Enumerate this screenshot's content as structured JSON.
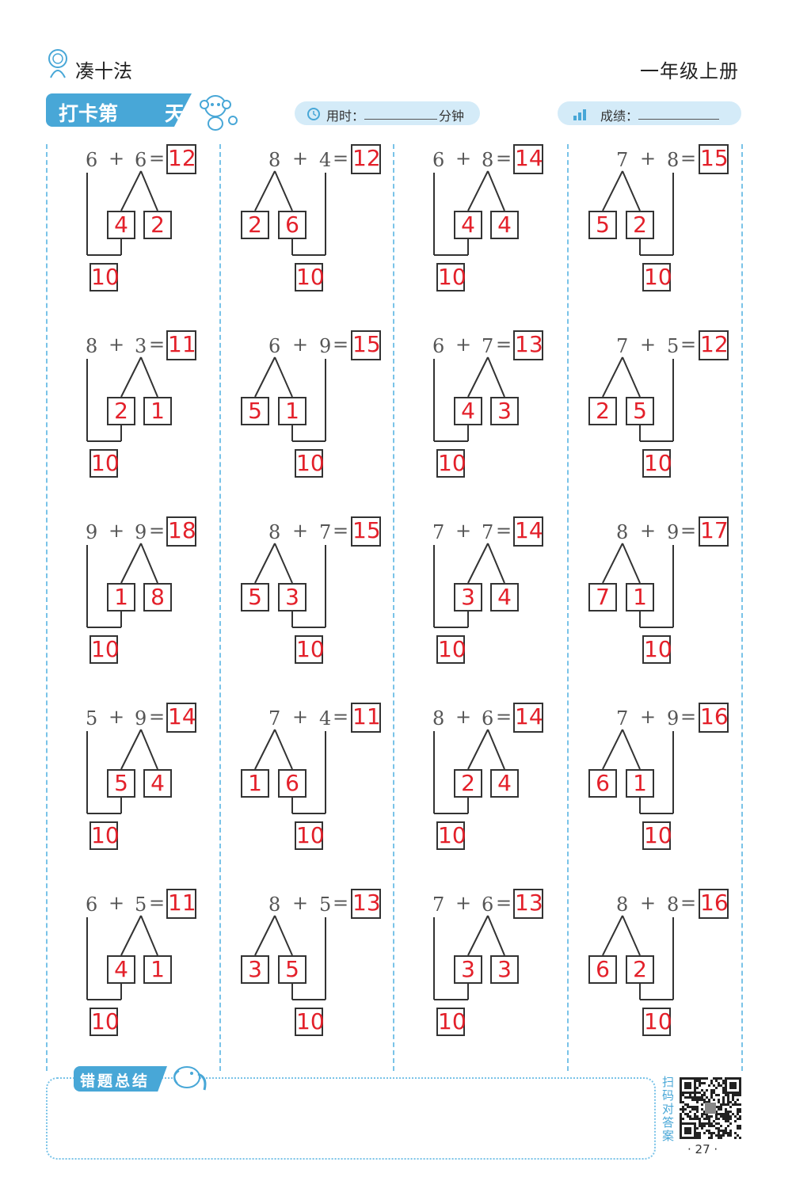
{
  "header": {
    "book_title": "凑十法",
    "grade": "一年级上册",
    "daka_left": "打卡第",
    "daka_right": "天",
    "time_label": "用时：",
    "time_unit": "分钟",
    "score_label": "成绩："
  },
  "ten_label": "10",
  "problems": [
    {
      "a": "6",
      "b": "6",
      "ans": "12",
      "p1": "4",
      "p2": "2",
      "split": "first"
    },
    {
      "a": "8",
      "b": "4",
      "ans": "12",
      "p1": "2",
      "p2": "6",
      "split": "second"
    },
    {
      "a": "6",
      "b": "8",
      "ans": "14",
      "p1": "4",
      "p2": "4",
      "split": "first"
    },
    {
      "a": "7",
      "b": "8",
      "ans": "15",
      "p1": "5",
      "p2": "2",
      "split": "second"
    },
    {
      "a": "8",
      "b": "3",
      "ans": "11",
      "p1": "2",
      "p2": "1",
      "split": "first"
    },
    {
      "a": "6",
      "b": "9",
      "ans": "15",
      "p1": "5",
      "p2": "1",
      "split": "second"
    },
    {
      "a": "6",
      "b": "7",
      "ans": "13",
      "p1": "4",
      "p2": "3",
      "split": "first"
    },
    {
      "a": "7",
      "b": "5",
      "ans": "12",
      "p1": "2",
      "p2": "5",
      "split": "second"
    },
    {
      "a": "9",
      "b": "9",
      "ans": "18",
      "p1": "1",
      "p2": "8",
      "split": "first"
    },
    {
      "a": "8",
      "b": "7",
      "ans": "15",
      "p1": "5",
      "p2": "3",
      "split": "second"
    },
    {
      "a": "7",
      "b": "7",
      "ans": "14",
      "p1": "3",
      "p2": "4",
      "split": "first"
    },
    {
      "a": "8",
      "b": "9",
      "ans": "17",
      "p1": "7",
      "p2": "1",
      "split": "second"
    },
    {
      "a": "5",
      "b": "9",
      "ans": "14",
      "p1": "5",
      "p2": "4",
      "split": "first"
    },
    {
      "a": "7",
      "b": "4",
      "ans": "11",
      "p1": "1",
      "p2": "6",
      "split": "second"
    },
    {
      "a": "8",
      "b": "6",
      "ans": "14",
      "p1": "2",
      "p2": "4",
      "split": "first"
    },
    {
      "a": "7",
      "b": "9",
      "ans": "16",
      "p1": "6",
      "p2": "1",
      "split": "second"
    },
    {
      "a": "6",
      "b": "5",
      "ans": "11",
      "p1": "4",
      "p2": "1",
      "split": "first"
    },
    {
      "a": "8",
      "b": "5",
      "ans": "13",
      "p1": "3",
      "p2": "5",
      "split": "second"
    },
    {
      "a": "7",
      "b": "6",
      "ans": "13",
      "p1": "3",
      "p2": "3",
      "split": "first"
    },
    {
      "a": "8",
      "b": "8",
      "ans": "16",
      "p1": "6",
      "p2": "2",
      "split": "second"
    }
  ],
  "footer": {
    "summary_label": "错题总结",
    "scan_text": "扫码对答案",
    "page_number": "· 27 ·"
  },
  "colors": {
    "accent": "#48a7d7",
    "answer": "#e3202a"
  },
  "icons": [
    "lion-logo-icon",
    "monkey-icon",
    "clock-icon",
    "chart-icon",
    "elephant-icon",
    "qr-code-icon"
  ]
}
